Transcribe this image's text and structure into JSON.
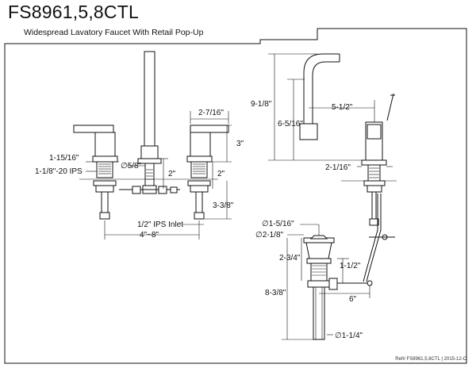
{
  "header": {
    "title": "FS8961,5,8CTL",
    "subtitle": "Widespread Lavatory Faucet With Retail Pop-Up"
  },
  "dimensions": {
    "handle_escutcheon": "1-15/16\"",
    "thread_size": "1-1/8\"-20 IPS",
    "shank_diameter": "∅5/8\"",
    "handle_spread": "2-7/16\"",
    "handle_height": "3\"",
    "spout_shank": "2\"",
    "handle_shank": "2\"",
    "supply_length": "3-3/8\"",
    "inlet": "1/2\" IPS Inlet",
    "center_spread": "4\"~8\"",
    "overall_height": "9-1/8\"",
    "spout_height": "6-5/16\"",
    "spout_reach": "5-1/2\"",
    "base_diameter": "2-1/16\"",
    "drain_flange": "∅1-5/16\"",
    "drain_top": "∅2-1/8\"",
    "drain_body": "2-3/4\"",
    "lift_rod_height": "1-1/2\"",
    "tailpiece_length": "8-3/8\"",
    "rod_offset": "6\"",
    "tailpiece_diameter": "∅1-1/4\""
  },
  "footer": {
    "reference": "Ref# FS8961,5,8CTL | 2015-12-C"
  }
}
